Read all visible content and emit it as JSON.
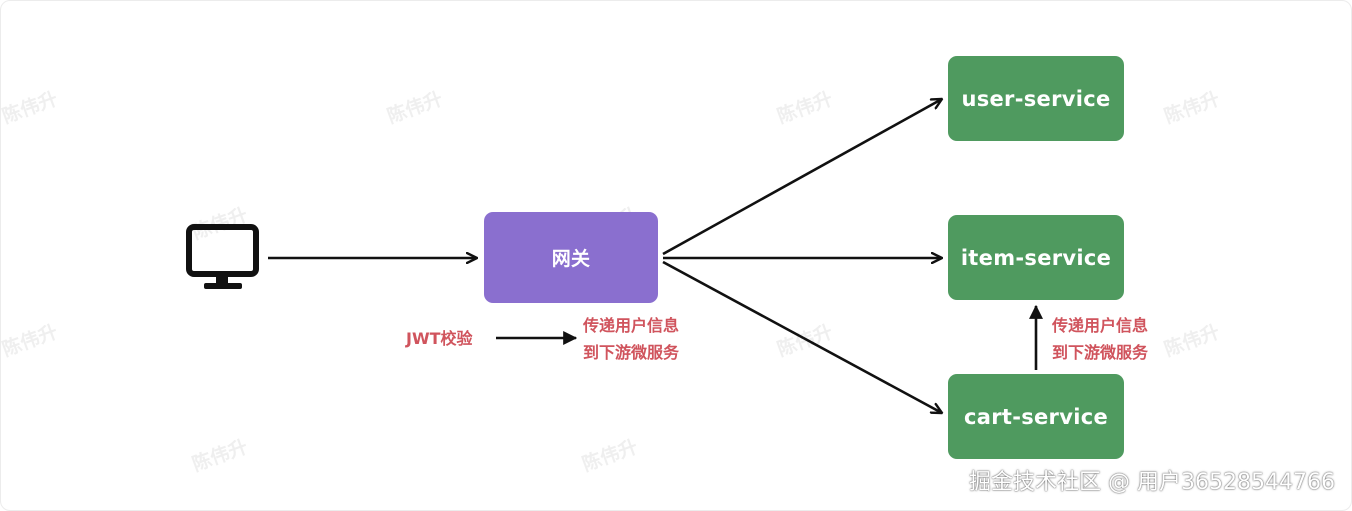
{
  "colors": {
    "gateway": "#8a6fcf",
    "service": "#4f9a5f",
    "note": "#d0545d",
    "arrow": "#111111"
  },
  "client": {
    "icon": "monitor-icon"
  },
  "gateway": {
    "label": "网关"
  },
  "services": [
    {
      "id": "user",
      "label": "user-service"
    },
    {
      "id": "item",
      "label": "item-service"
    },
    {
      "id": "cart",
      "label": "cart-service"
    }
  ],
  "notes": {
    "jwt": "JWT校验",
    "pass_line1": "传递用户信息",
    "pass_line2": "到下游微服务",
    "cart_line1": "传递用户信息",
    "cart_line2": "到下游微服务"
  },
  "watermark": "陈伟升",
  "credit": "掘金技术社区 @ 用户36528544766"
}
